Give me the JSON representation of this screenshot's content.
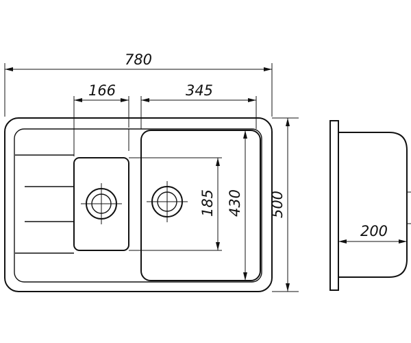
{
  "drawing": {
    "dimensions": {
      "overall_width": "780",
      "small_bowl_width": "166",
      "large_bowl_width": "345",
      "small_bowl_depth": "185",
      "large_bowl_depth": "430",
      "overall_depth": "500",
      "bowl_height": "200"
    },
    "line_color": "#111111",
    "background": "#ffffff"
  }
}
